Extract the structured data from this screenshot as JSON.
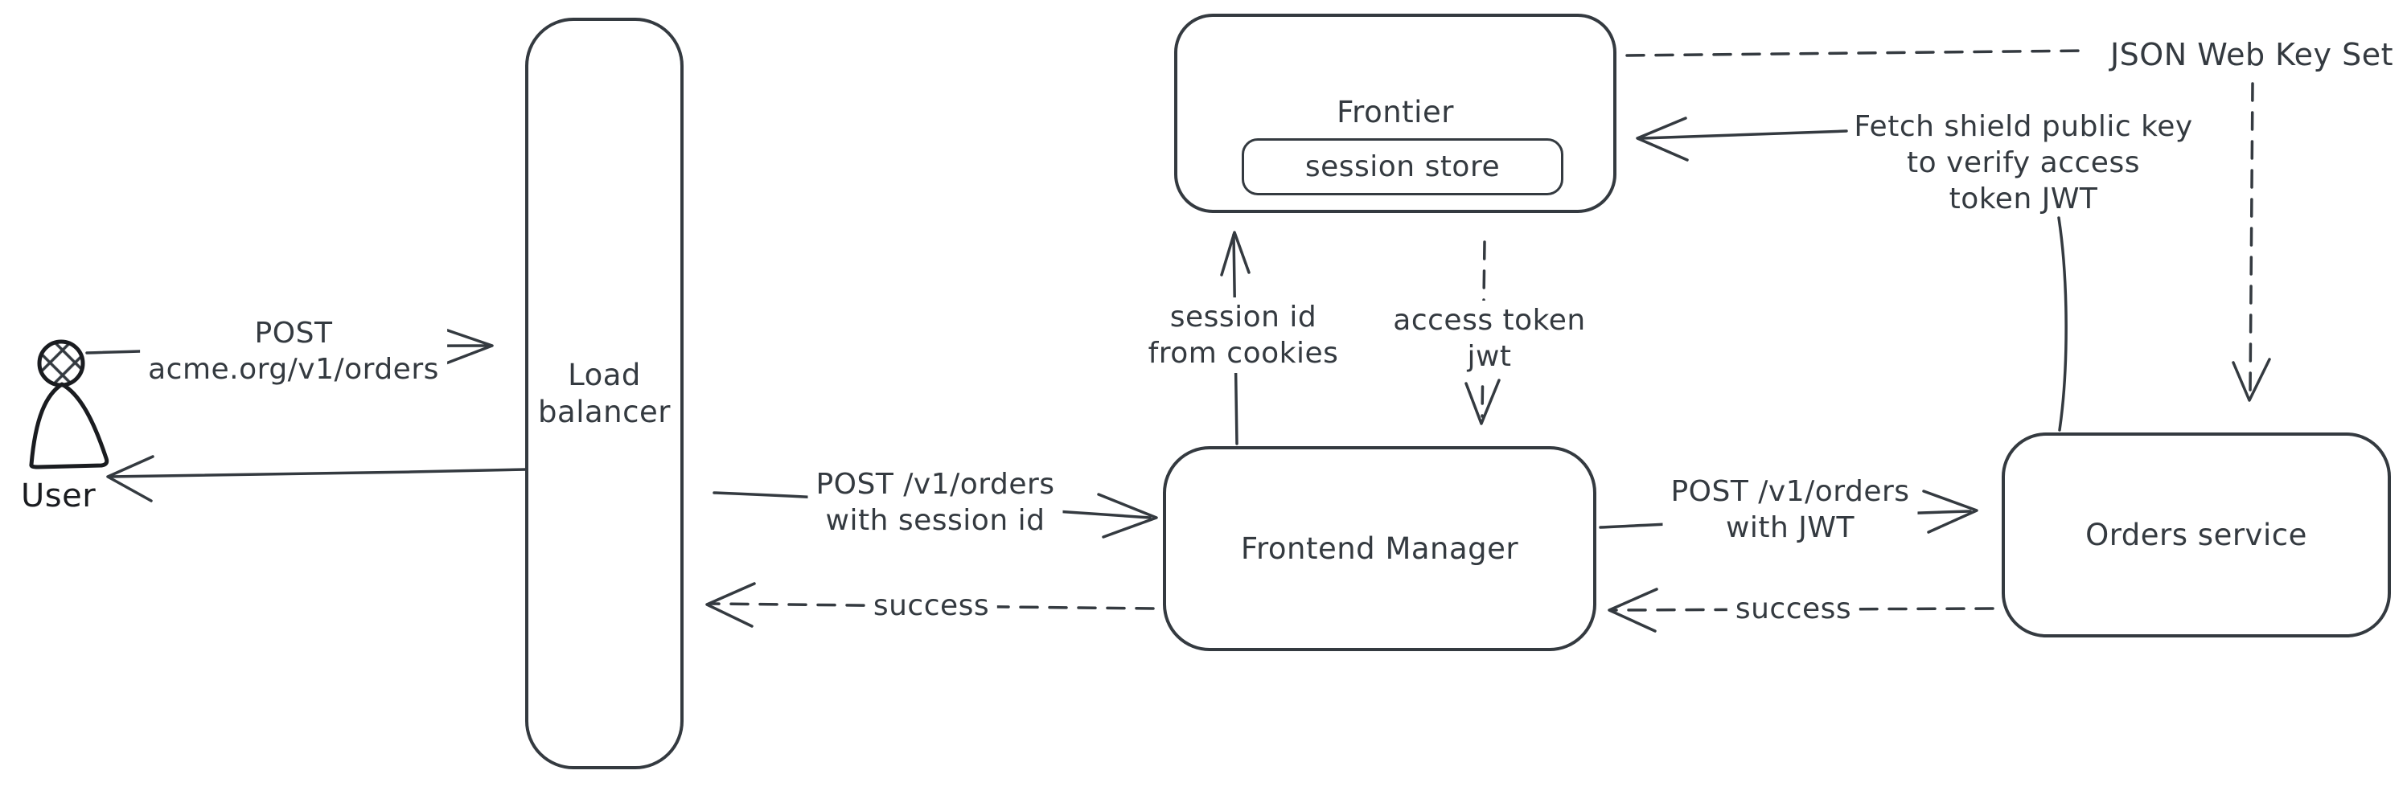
{
  "nodes": {
    "user": {
      "label": "User"
    },
    "load_balancer": {
      "line1": "Load",
      "line2": "balancer"
    },
    "frontier": {
      "label": "Frontier",
      "session_store_label": "session store"
    },
    "frontend_manager": {
      "line1": "Frontend",
      "line2": "Manager"
    },
    "orders_service": {
      "label": "Orders service"
    }
  },
  "labels": {
    "post_acme": {
      "line1": "POST",
      "line2": "acme.org/v1/orders"
    },
    "post_session": {
      "line1": "POST /v1/orders",
      "line2": "with session id"
    },
    "success_left": {
      "label": "success"
    },
    "session_id": {
      "line1": "session id",
      "line2": "from cookies"
    },
    "access_token": {
      "line1": "access token",
      "line2": "jwt"
    },
    "post_jwt": {
      "line1": "POST /v1/orders",
      "line2": "with JWT"
    },
    "success_right": {
      "label": "success"
    },
    "jwks": {
      "label": "JSON Web Key Set"
    },
    "fetch_key": {
      "line1": "Fetch shield public key",
      "line2": "to verify access",
      "line3": "token JWT"
    }
  },
  "colors": {
    "stroke": "#343a40",
    "user_stroke": "#1a1c20",
    "hatch_fill": "#ccd5dd",
    "background": "#ffffff"
  }
}
